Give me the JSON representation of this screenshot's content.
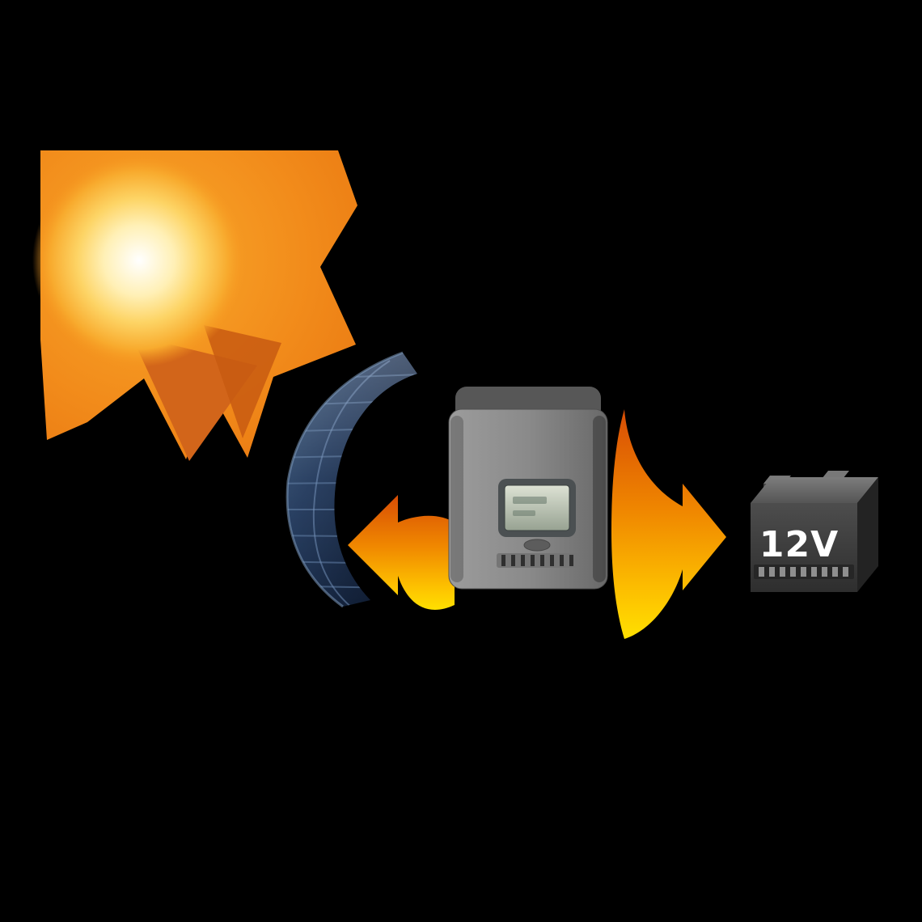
{
  "diagram": {
    "background_color": "#000000",
    "flow": [
      {
        "node": "sun",
        "icon": "sun-icon"
      },
      {
        "node": "flexible-solar-panel",
        "icon": "solar-panel-icon"
      },
      {
        "node": "energy-flow",
        "icon": "energy-arrow-icon"
      },
      {
        "node": "charge-controller",
        "icon": "charge-controller-icon"
      },
      {
        "node": "energy-flow",
        "icon": "energy-arrow-icon"
      },
      {
        "node": "battery",
        "icon": "battery-12v-icon"
      }
    ],
    "colors": {
      "sun_orange": "#F5921E",
      "sun_core": "#FFFFFF",
      "ray_dark_orange": "#D2651A",
      "arrow_top": "#D84D05",
      "arrow_bottom": "#FFE000",
      "panel_navy": "#1B2E4A",
      "controller_gray": "#8A8A8A",
      "controller_screen": "#C9D1C2",
      "battery_gray": "#3F3F3F",
      "battery_label_color": "#FFFFFF"
    }
  },
  "battery": {
    "label": "12V"
  }
}
